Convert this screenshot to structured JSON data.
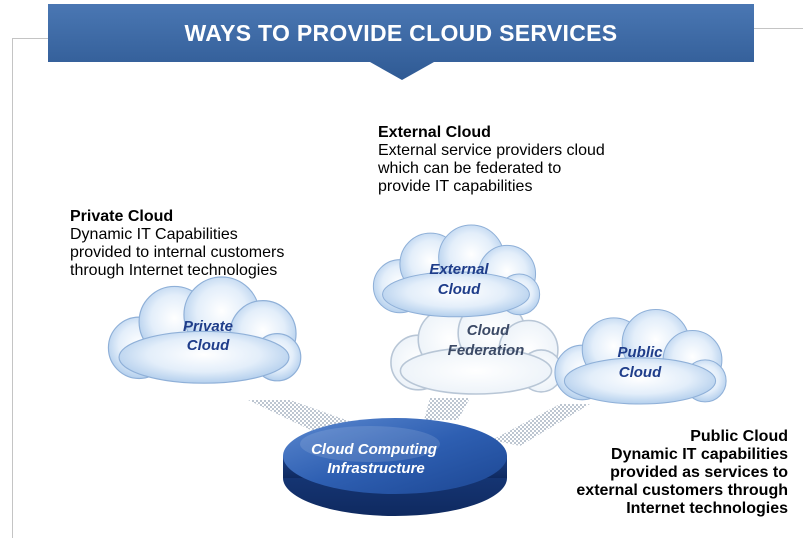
{
  "title": "WAYS TO PROVIDE CLOUD SERVICES",
  "private_desc": {
    "heading": "Private Cloud",
    "body": "Dynamic IT Capabilities\nprovided to internal customers\nthrough Internet technologies"
  },
  "external_desc": {
    "heading": "External Cloud",
    "body": "External service providers cloud\nwhich can be federated to\nprovide IT capabilities"
  },
  "public_desc": {
    "heading": "Public Cloud",
    "body": "Dynamic IT capabilities\nprovided as services to\nexternal customers through\nInternet technologies"
  },
  "clouds": {
    "private": [
      "Private",
      "Cloud"
    ],
    "external": [
      "External",
      "Cloud"
    ],
    "federation": [
      "Cloud",
      "Federation"
    ],
    "public": [
      "Public",
      "Cloud"
    ]
  },
  "infrastructure": [
    "Cloud Computing",
    "Infrastructure"
  ],
  "colors": {
    "banner": "#3f6aa5",
    "cloud_fill": "#d5e6f7",
    "cloud_label": "#1f3d8a",
    "federation_label": "#3c4a66",
    "disc": "#2c5aa8"
  }
}
